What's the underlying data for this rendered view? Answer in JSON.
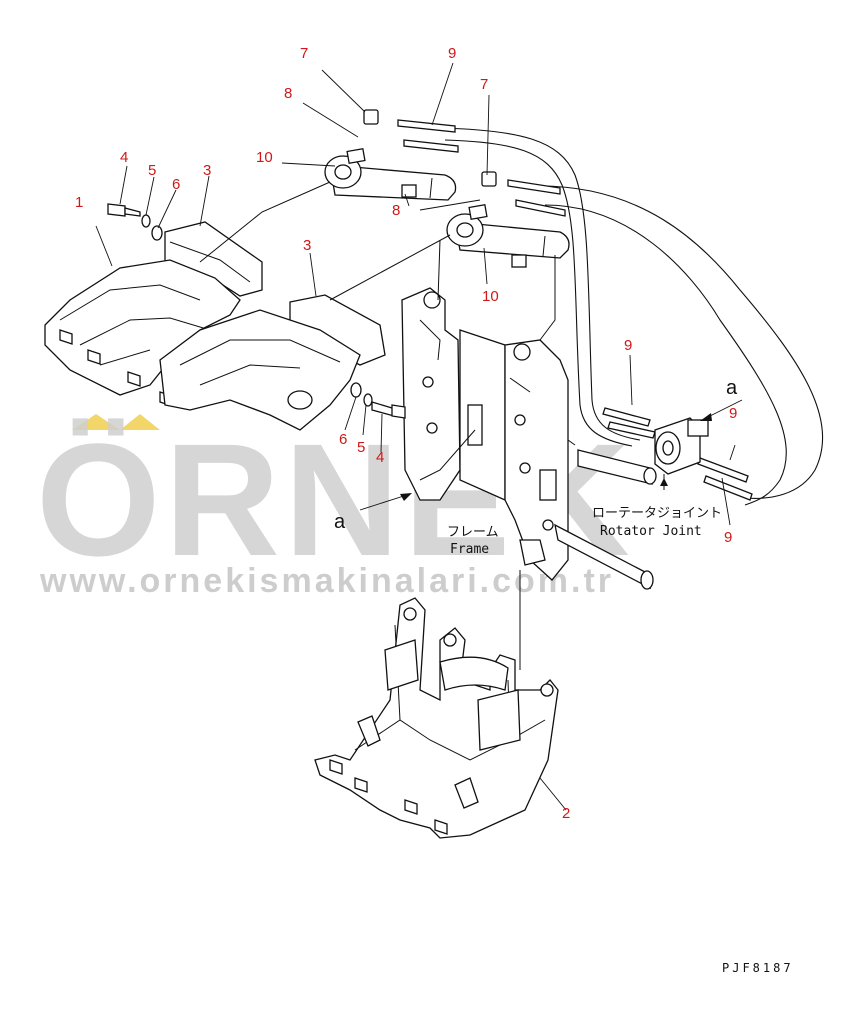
{
  "callouts": [
    {
      "id": "c7a",
      "text": "7"
    },
    {
      "id": "c9a",
      "text": "9"
    },
    {
      "id": "c8a",
      "text": "8"
    },
    {
      "id": "c7b",
      "text": "7"
    },
    {
      "id": "c10a",
      "text": "10"
    },
    {
      "id": "c4a",
      "text": "4"
    },
    {
      "id": "c5a",
      "text": "5"
    },
    {
      "id": "c6a",
      "text": "6"
    },
    {
      "id": "c3a",
      "text": "3"
    },
    {
      "id": "c1",
      "text": "1"
    },
    {
      "id": "c8b",
      "text": "8"
    },
    {
      "id": "c3b",
      "text": "3"
    },
    {
      "id": "c10b",
      "text": "10"
    },
    {
      "id": "c9b",
      "text": "9"
    },
    {
      "id": "c9c",
      "text": "9"
    },
    {
      "id": "c6b",
      "text": "6"
    },
    {
      "id": "c5b",
      "text": "5"
    },
    {
      "id": "c4b",
      "text": "4"
    },
    {
      "id": "c9d",
      "text": "9"
    },
    {
      "id": "c2",
      "text": "2"
    }
  ],
  "labels": {
    "view_a_left": "a",
    "view_a_right": "a",
    "rotator_jp": "ローテータジョイント",
    "rotator_en": "Rotator Joint",
    "frame_jp": "フレーム",
    "frame_en": "Frame",
    "drawing_code": "PJF8187"
  },
  "watermark": {
    "brand": "ÖRNEK",
    "url": "www.ornekismakinalari.com.tr",
    "accent_color": "#f3d66a",
    "text_color": "#cfcfcf"
  },
  "colors": {
    "callout": "#d01818",
    "line": "#111111"
  }
}
